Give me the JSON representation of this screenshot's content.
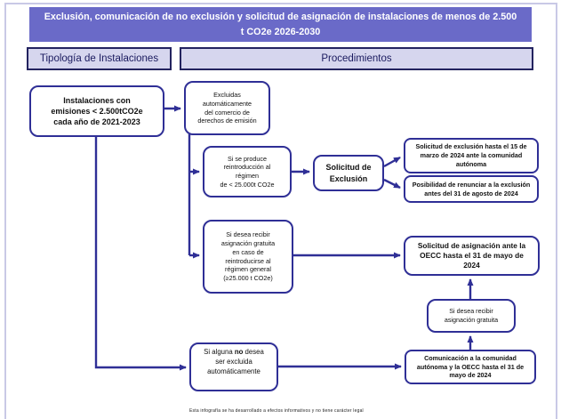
{
  "page": {
    "title": "Exclusión, comunicación de no exclusión y solicitud de asignación de instalaciones de menos de 2.500 t CO2e 2026-2030",
    "footer": "Esta infografía se ha desarrollado a efectos informativos y no tiene carácter legal"
  },
  "columns": {
    "left": "Tipología de Instalaciones",
    "right": "Procedimientos"
  },
  "colors": {
    "banner_bg": "#6a6ac8",
    "banner_text": "#ffffff",
    "column_header_bg": "#d6d6ee",
    "column_header_border": "#23235f",
    "node_border": "#2f2f96",
    "arrow": "#2f2f96",
    "frame": "#c9c9e6"
  },
  "nodes": {
    "instalaciones": {
      "lines": [
        "Instalaciones con",
        "emisiones < 2.500tCO2e",
        "cada año de 2021-2023"
      ]
    },
    "excluidas": {
      "lines": [
        "Excluidas",
        "automáticamente",
        "del comercio de",
        "derechos de emisión"
      ]
    },
    "reintroduccion": {
      "lines": [
        "Si se produce",
        "reintroducción al",
        "régimen",
        "de < 25.000t CO2e"
      ]
    },
    "solicitud_exclusion": {
      "lines": [
        "Solicitud de",
        "Exclusión"
      ]
    },
    "solicitud_marzo": {
      "lines": [
        "Solicitud de exclusión hasta el 15 de",
        "marzo de 2024 ante la comunidad",
        "autónoma"
      ]
    },
    "renuncia": {
      "lines": [
        "Posibilidad de renunciar a la exclusión",
        "antes del 31 de agosto de 2024"
      ]
    },
    "asignacion_reintroducirse": {
      "lines": [
        "Si desea recibir",
        "asignación gratuita",
        "en caso de",
        "reintroducirse al",
        "régimen general",
        "(≥25.000 t CO2e)"
      ]
    },
    "solicitud_oecc": {
      "lines": [
        "Solicitud de asignación ante la",
        "OECC hasta el 31 de mayo de",
        "2024"
      ]
    },
    "si_desea_gratuita": {
      "lines": [
        "Si desea recibir",
        "asignación gratuita"
      ]
    },
    "no_desea": {
      "pre": "Si alguna ",
      "bold": "no",
      "post": " desea",
      "rest": [
        "ser excluida",
        "automáticamente"
      ]
    },
    "comunicacion": {
      "lines": [
        "Comunicación a la comunidad",
        "autónoma y la OECC hasta el 31 de",
        "mayo de 2024"
      ]
    }
  }
}
